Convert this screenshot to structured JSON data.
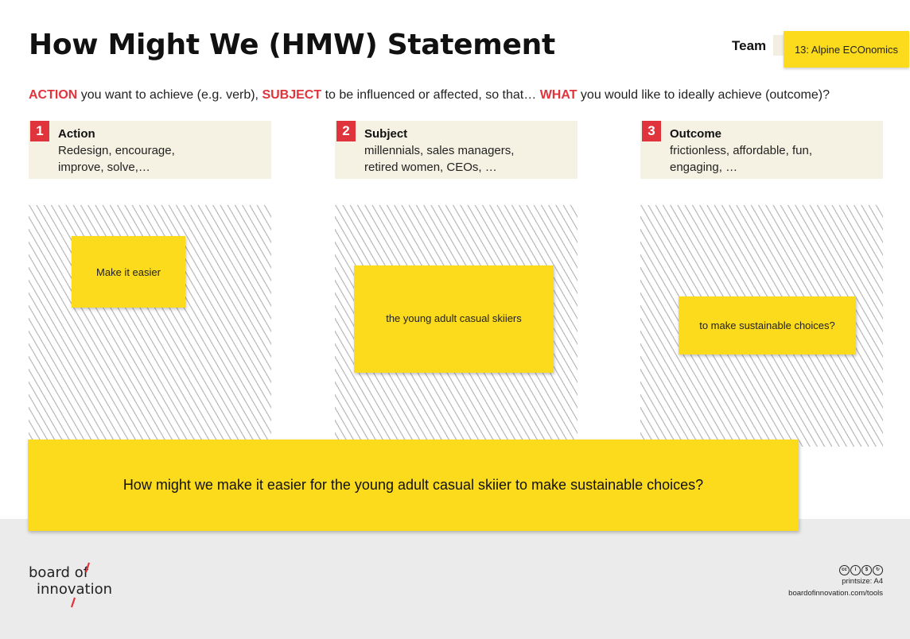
{
  "header": {
    "title": "How Might We (HMW) Statement",
    "team_label": "Team",
    "team_value": "13: Alpine ECOnomics"
  },
  "prompt": {
    "action_kw": "ACTION",
    "action_text": " you want to achieve (e.g. verb), ",
    "subject_kw": "SUBJECT",
    "subject_text": " to be influenced or affected, so that… ",
    "what_kw": "WHAT",
    "what_text": " you would like to ideally achieve (outcome)?"
  },
  "columns": [
    {
      "number": "1",
      "title": "Action",
      "desc_line1": "Redesign, encourage,",
      "desc_line2": "improve, solve,…",
      "sticky": "Make it easier"
    },
    {
      "number": "2",
      "title": "Subject",
      "desc_line1": "millennials, sales managers,",
      "desc_line2": "retired women, CEOs, …",
      "sticky": "the young adult casual skiiers"
    },
    {
      "number": "3",
      "title": "Outcome",
      "desc_line1": "frictionless, affordable, fun,",
      "desc_line2": "engaging, …",
      "sticky": "to make sustainable choices?"
    }
  ],
  "statement": "How might we make it easier for the young adult casual skiier to make sustainable choices?",
  "footer": {
    "logo_line1": "board of",
    "logo_line2": "innovation",
    "printsize": "printsize: A4",
    "url": "boardofinnovation.com/tools",
    "license_icons": [
      "cc-icon",
      "by-icon",
      "nc-icon",
      "sa-icon"
    ],
    "accent_color": "#e0343c",
    "sticky_color": "#fcdb1c"
  }
}
